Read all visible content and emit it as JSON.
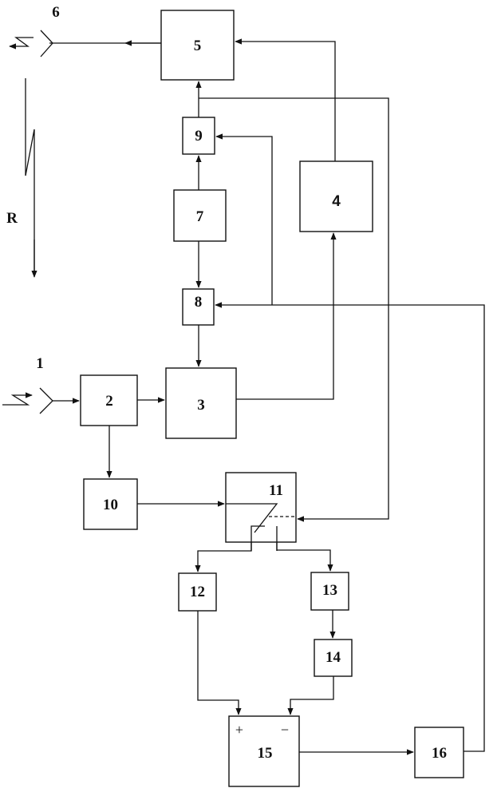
{
  "diagram": {
    "type": "block-diagram",
    "blocks": [
      {
        "id": "1",
        "label": "1",
        "kind": "receiving-antenna"
      },
      {
        "id": "2",
        "label": "2"
      },
      {
        "id": "3",
        "label": "3"
      },
      {
        "id": "4",
        "label": "4"
      },
      {
        "id": "5",
        "label": "5"
      },
      {
        "id": "6",
        "label": "6",
        "kind": "transmitting-antenna"
      },
      {
        "id": "7",
        "label": "7"
      },
      {
        "id": "8",
        "label": "8"
      },
      {
        "id": "9",
        "label": "9"
      },
      {
        "id": "10",
        "label": "10"
      },
      {
        "id": "11",
        "label": "11",
        "kind": "switch"
      },
      {
        "id": "12",
        "label": "12"
      },
      {
        "id": "13",
        "label": "13"
      },
      {
        "id": "14",
        "label": "14"
      },
      {
        "id": "15",
        "label": "15",
        "kind": "comparator",
        "inputs": [
          "+",
          "−"
        ]
      },
      {
        "id": "16",
        "label": "16"
      }
    ],
    "range_label": "R",
    "connections": [
      {
        "from": "1",
        "to": "2"
      },
      {
        "from": "2",
        "to": "3"
      },
      {
        "from": "2",
        "to": "10"
      },
      {
        "from": "3",
        "to": "4"
      },
      {
        "from": "4",
        "to": "5"
      },
      {
        "from": "5",
        "to": "6"
      },
      {
        "from": "7",
        "to": "9"
      },
      {
        "from": "7",
        "to": "8"
      },
      {
        "from": "8",
        "to": "3"
      },
      {
        "from": "9",
        "to": "5"
      },
      {
        "from": "9",
        "to": "11",
        "note": "control input"
      },
      {
        "from": "10",
        "to": "11"
      },
      {
        "from": "11",
        "to": "12"
      },
      {
        "from": "11",
        "to": "13"
      },
      {
        "from": "13",
        "to": "14"
      },
      {
        "from": "12",
        "to": "15",
        "port": "+"
      },
      {
        "from": "14",
        "to": "15",
        "port": "−"
      },
      {
        "from": "15",
        "to": "16"
      },
      {
        "from": "16",
        "to": "8"
      },
      {
        "from": "16",
        "to": "9"
      }
    ]
  }
}
